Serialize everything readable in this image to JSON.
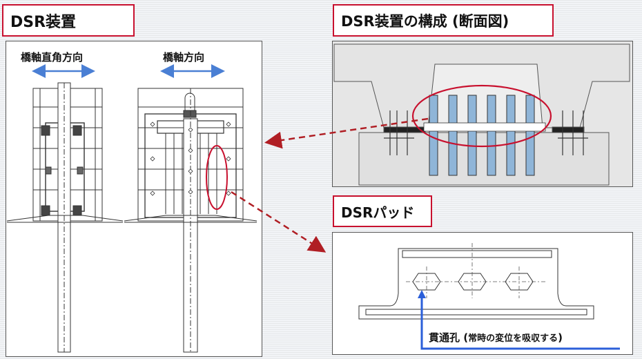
{
  "titles": {
    "device": "DSR装置",
    "structure": "DSR装置の構成 (断面図)",
    "pad": "DSRパッド"
  },
  "directions": {
    "transverse": "橋軸直角方向",
    "longitudinal": "橋軸方向"
  },
  "pad_caption": {
    "main": "貫通孔",
    "open": " (",
    "detail": "常時の変位を吸収する",
    "close": ")"
  },
  "colors": {
    "title_border": "#c8102e",
    "arrow_red": "#b01e24",
    "direction_blue": "#4a7fd4",
    "leader_blue": "#2b5fd9"
  }
}
